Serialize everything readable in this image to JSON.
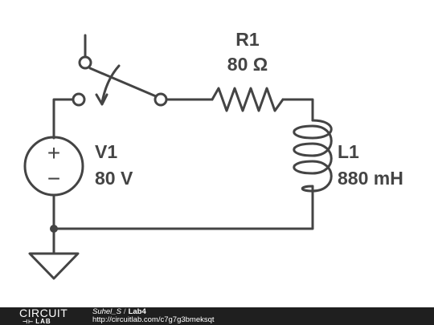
{
  "components": {
    "resistor": {
      "name": "R1",
      "value": "80 Ω"
    },
    "source": {
      "name": "V1",
      "value": "80 V",
      "plus": "+",
      "minus": "−"
    },
    "inductor": {
      "name": "L1",
      "value": "880 mH"
    }
  },
  "footer": {
    "logo_top": "CIRCUIT",
    "logo_bottom": "LAB",
    "logo_symbol": "⊣⊢",
    "user": "Suhel_S",
    "separator": "/",
    "project": "Lab4",
    "url": "http://circuitlab.com/c7g7g3bmeksqt"
  },
  "colors": {
    "wire": "#444444",
    "footer_bg": "#1f1f1f",
    "footer_text": "#ffffff"
  }
}
